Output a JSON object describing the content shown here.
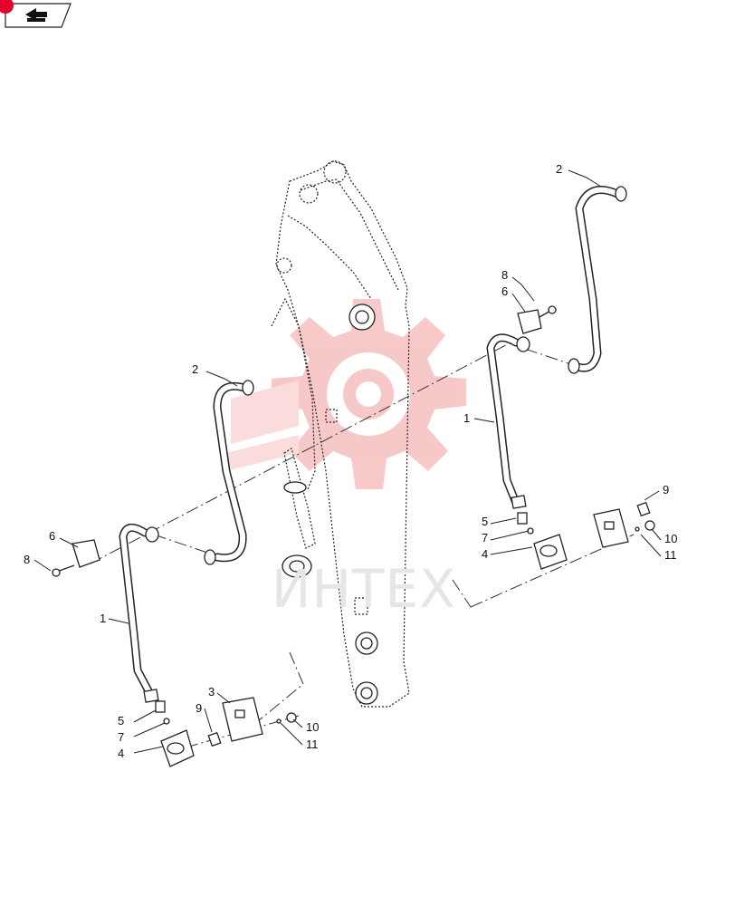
{
  "nav": {
    "icon": "back-arrow-icon"
  },
  "watermark": {
    "text": "ИНТЕХ",
    "color": "#f4a6a6"
  },
  "callouts": {
    "p1a": "1",
    "p1b": "1",
    "p2a": "2",
    "p2b": "2",
    "p3": "3",
    "p4a": "4",
    "p4b": "4",
    "p5a": "5",
    "p5b": "5",
    "p6a": "6",
    "p6b": "6",
    "p7a": "7",
    "p7b": "7",
    "p8a": "8",
    "p8b": "8",
    "p9a": "9",
    "p9b": "9",
    "p10a": "10",
    "p10b": "10",
    "p11a": "11",
    "p11b": "11"
  }
}
